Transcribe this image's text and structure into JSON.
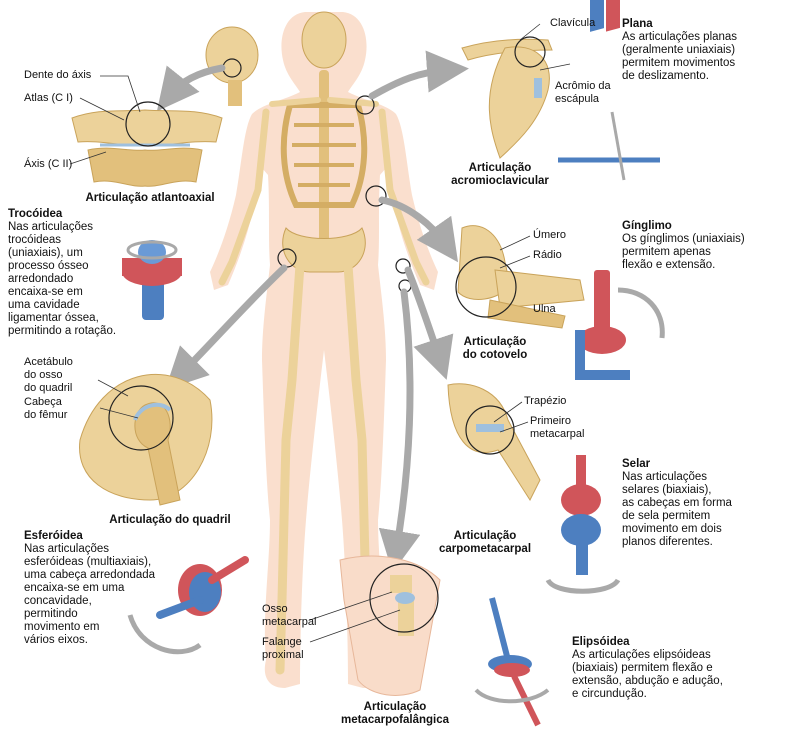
{
  "colors": {
    "bone": "#ecd29a",
    "bone_dark": "#d4ad64",
    "skin": "#f9dcc9",
    "cartilage": "#9fc0de",
    "model_blue": "#4d7fc0",
    "model_red": "#d0555a",
    "arrow_gray": "#a9a9a9"
  },
  "plana": {
    "title": "Plana",
    "desc": "As articulações planas\n(geralmente uniaxiais)\npermitem movimentos\nde deslizamento.",
    "labels": [
      "Clavícula",
      "Acrômio da\nescápula"
    ],
    "caption": "Articulação\nacromioclavicular",
    "icon": "plane-joint-model-icon"
  },
  "atlantoaxial": {
    "labels": [
      "Dente do áxis",
      "Atlas (C I)",
      "Áxis (C II)"
    ],
    "caption": "Articulação atlantoaxial"
  },
  "trocoidea": {
    "title": "Trocóidea",
    "desc": "Nas articulações\ntrocóideas\n(uniaxiais), um\nprocesso ósseo\narredondado\nencaixa-se em\numa cavidade\nligamentar óssea,\npermitindo a rotação.",
    "icon": "pivot-joint-model-icon"
  },
  "ginglimo": {
    "title": "Gínglimo",
    "desc": "Os gínglimos (uniaxiais)\npermitem apenas\nflexão e extensão.",
    "labels": [
      "Úmero",
      "Rádio",
      "Ulna"
    ],
    "caption": "Articulação\ndo cotovelo",
    "icon": "hinge-joint-model-icon"
  },
  "quadril": {
    "labels": [
      "Acetábulo\ndo osso\ndo quadril",
      "Cabeça\ndo fêmur"
    ],
    "caption": "Articulação do quadril"
  },
  "selar": {
    "title": "Selar",
    "desc": "Nas articulações\nselares (biaxiais),\nas cabeças em forma\nde sela permitem\nmovimento em dois\nplanos diferentes.",
    "labels": [
      "Trapézio",
      "Primeiro\nmetacarpal"
    ],
    "caption": "Articulação\ncarpometacarpal",
    "icon": "saddle-joint-model-icon"
  },
  "esferoidea": {
    "title": "Esferóidea",
    "desc": "Nas articulações\nesferóideas (multiaxiais),\numa cabeça arredondada\nencaixa-se em uma\nconcavidade,\npermitindo\nmovimento em\nvários eixos.",
    "icon": "ball-socket-joint-model-icon"
  },
  "metacarpofalangica": {
    "labels": [
      "Osso\nmetacarpal",
      "Falange\nproximal"
    ],
    "caption": "Articulação\nmetacarpofalângica"
  },
  "elipsoidea": {
    "title": "Elipsóidea",
    "desc": "As articulações elipsóideas\n(biaxiais) permitem flexão e\nextensão, abdução e adução,\ne circundução.",
    "icon": "condyloid-joint-model-icon"
  }
}
